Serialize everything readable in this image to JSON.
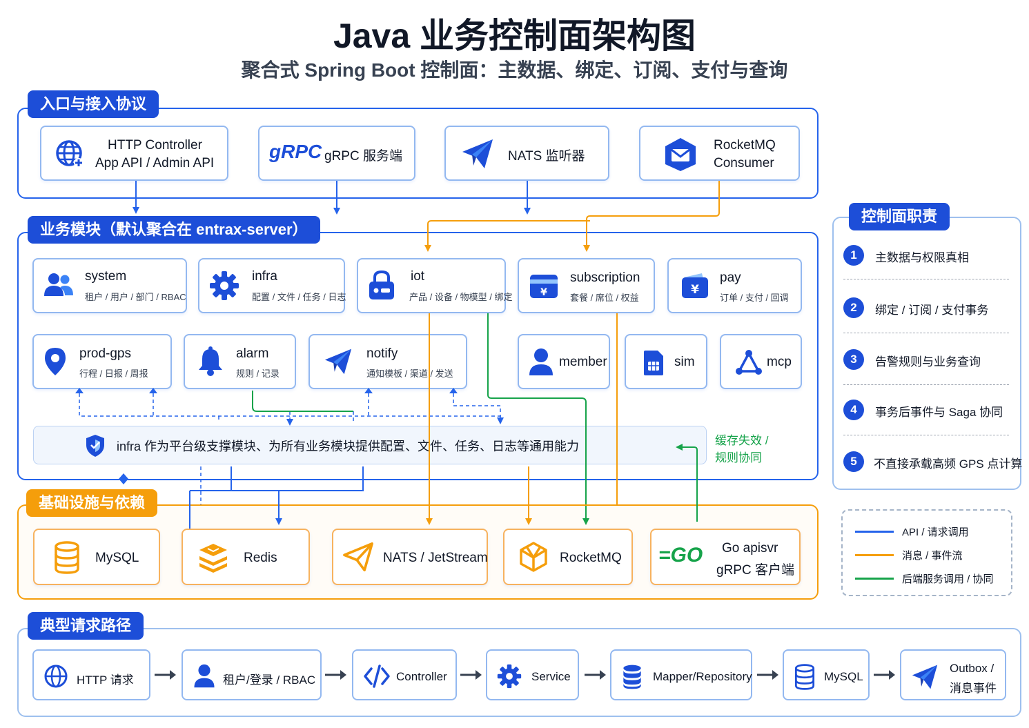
{
  "header": {
    "title": "Java 业务控制面架构图",
    "subtitle": "聚合式 Spring Boot 控制面：主数据、绑定、订阅、支付与查询"
  },
  "colors": {
    "blue": "#2563eb",
    "orange": "#f59e0b",
    "green": "#16a34a",
    "dark_blue": "#1d4ed8"
  },
  "entry": {
    "tag": "入口与接入协议",
    "cards": [
      {
        "icon": "globe-icon",
        "line1": "HTTP Controller",
        "line2": "App API / Admin API"
      },
      {
        "icon": "grpc-logo",
        "logo": "gRPC",
        "line1": "gRPC 服务端"
      },
      {
        "icon": "paper-plane-icon",
        "line1": "NATS 监听器"
      },
      {
        "icon": "envelope-icon",
        "line1": "RocketMQ",
        "line2": "Consumer"
      }
    ]
  },
  "modules": {
    "tag": "业务模块（默认聚合在 entrax-server）",
    "row1": [
      {
        "icon": "users-icon",
        "name": "system",
        "desc": "租户 / 用户 / 部门 / RBAC"
      },
      {
        "icon": "gear-icon",
        "name": "infra",
        "desc": "配置 / 文件 / 任务 / 日志"
      },
      {
        "icon": "lock-device-icon",
        "name": "iot",
        "desc": "产品 / 设备 / 物模型 / 绑定"
      },
      {
        "icon": "card-icon",
        "name": "subscription",
        "desc": "套餐 / 席位 / 权益"
      },
      {
        "icon": "wallet-icon",
        "name": "pay",
        "desc": "订单 / 支付 / 回调"
      }
    ],
    "row2": [
      {
        "icon": "location-pin-icon",
        "name": "prod-gps",
        "desc": "行程 / 日报 / 周报"
      },
      {
        "icon": "bell-icon",
        "name": "alarm",
        "desc": "规则 / 记录"
      },
      {
        "icon": "paper-plane-icon",
        "name": "notify",
        "desc": "通知模板 / 渠道 / 发送"
      },
      {
        "icon": "person-icon",
        "name": "member"
      },
      {
        "icon": "sim-card-icon",
        "name": "sim"
      },
      {
        "icon": "triangle-nodes-icon",
        "name": "mcp"
      }
    ],
    "infra_note": "infra 作为平台级支撑模块、为所有业务模块提供配置、文件、任务、日志等通用能力",
    "cache_note_line1": "缓存失效 /",
    "cache_note_line2": "规则协同"
  },
  "infrastructure": {
    "tag": "基础设施与依赖",
    "cards": [
      {
        "icon": "database-icon",
        "line1": "MySQL"
      },
      {
        "icon": "layers-icon",
        "line1": "Redis"
      },
      {
        "icon": "paper-plane-icon",
        "line1": "NATS / JetStream"
      },
      {
        "icon": "rocketmq-icon",
        "line1": "RocketMQ"
      },
      {
        "icon": "go-logo",
        "logo": "=GO",
        "line1": "Go apisvr",
        "line2": "gRPC 客户端"
      }
    ]
  },
  "responsibilities": {
    "tag": "控制面职责",
    "items": [
      {
        "num": "1",
        "text": "主数据与权限真相"
      },
      {
        "num": "2",
        "text": "绑定 / 订阅 / 支付事务"
      },
      {
        "num": "3",
        "text": "告警规则与业务查询"
      },
      {
        "num": "4",
        "text": "事务后事件与 Saga 协同"
      },
      {
        "num": "5",
        "text": "不直接承载高频 GPS 点计算"
      }
    ]
  },
  "legend": [
    {
      "color": "#2563eb",
      "text": "API / 请求调用"
    },
    {
      "color": "#f59e0b",
      "text": "消息 / 事件流"
    },
    {
      "color": "#16a34a",
      "text": "后端服务调用 / 协同"
    }
  ],
  "request_path": {
    "tag": "典型请求路径",
    "steps": [
      {
        "icon": "globe-icon",
        "line1": "HTTP 请求"
      },
      {
        "icon": "person-icon",
        "line1": "租户/登录 / RBAC"
      },
      {
        "icon": "code-icon",
        "line1": "Controller"
      },
      {
        "icon": "gear-icon",
        "line1": "Service"
      },
      {
        "icon": "database-icon",
        "line1": "Mapper/Repository"
      },
      {
        "icon": "database-icon",
        "line1": "MySQL"
      },
      {
        "icon": "paper-plane-icon",
        "line1": "Outbox /",
        "line2": "消息事件"
      }
    ]
  }
}
